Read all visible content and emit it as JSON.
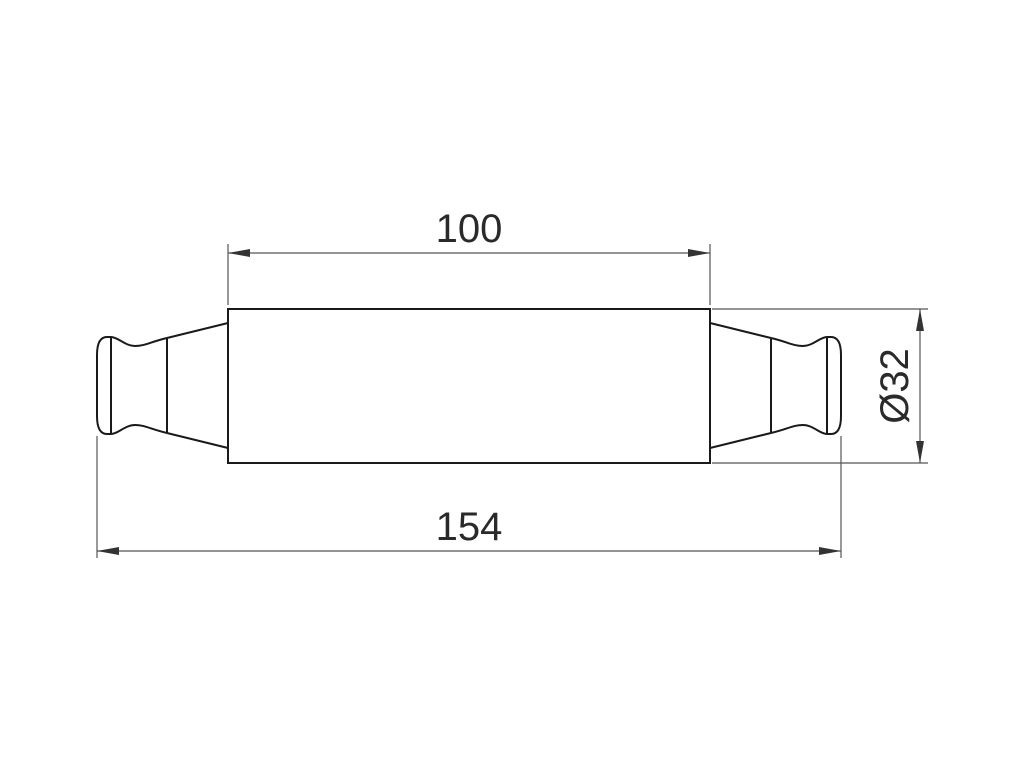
{
  "drawing": {
    "dimensions": {
      "body_length": "100",
      "overall_length": "154",
      "diameter": "Ø32"
    },
    "colors": {
      "line": "#1a1a1a",
      "dim_line": "#555555"
    }
  }
}
